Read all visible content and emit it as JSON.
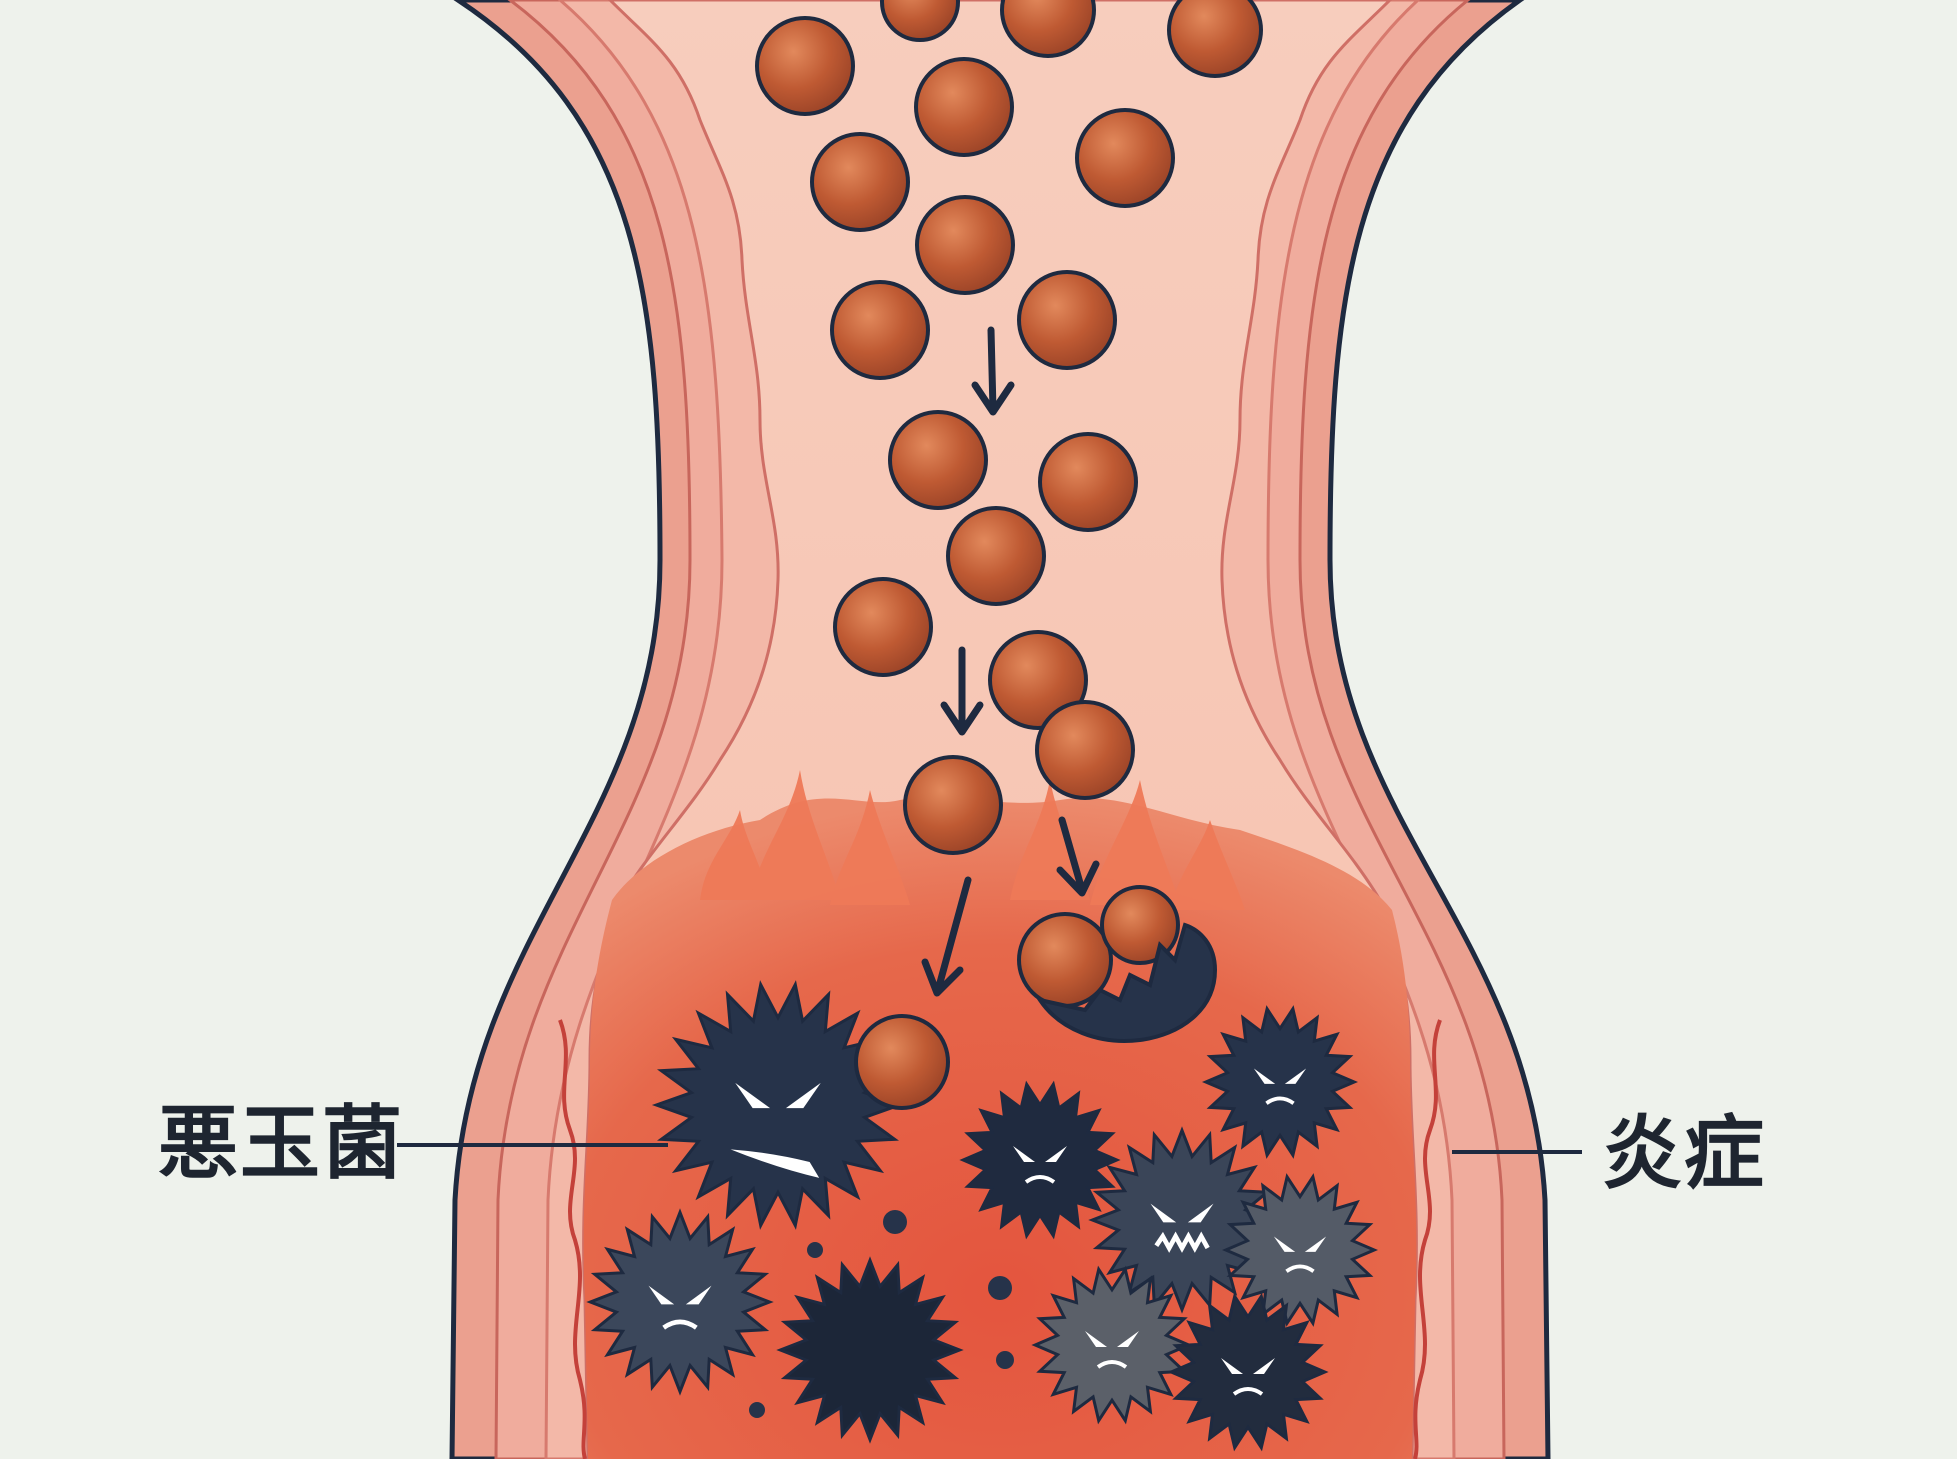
{
  "labels": {
    "bad_bacteria": "悪玉菌",
    "inflammation": "炎症"
  },
  "colors": {
    "background": "#eef2ec",
    "outer_wall": "#e99a8c",
    "inner_wall": "#f1b1a1",
    "lumen": "#f7cabb",
    "inflamed_tissue": "#e05a43",
    "flame": "#ef7a58",
    "beads": "#b9532e",
    "bacteria": "#26334a",
    "outline": "#1e2a40",
    "text": "#1e2530"
  },
  "icons": {
    "beads": "round-bead",
    "bacteria": "spiky-germ-angry-face",
    "arrows": "down-arrow",
    "flames": "flame"
  }
}
